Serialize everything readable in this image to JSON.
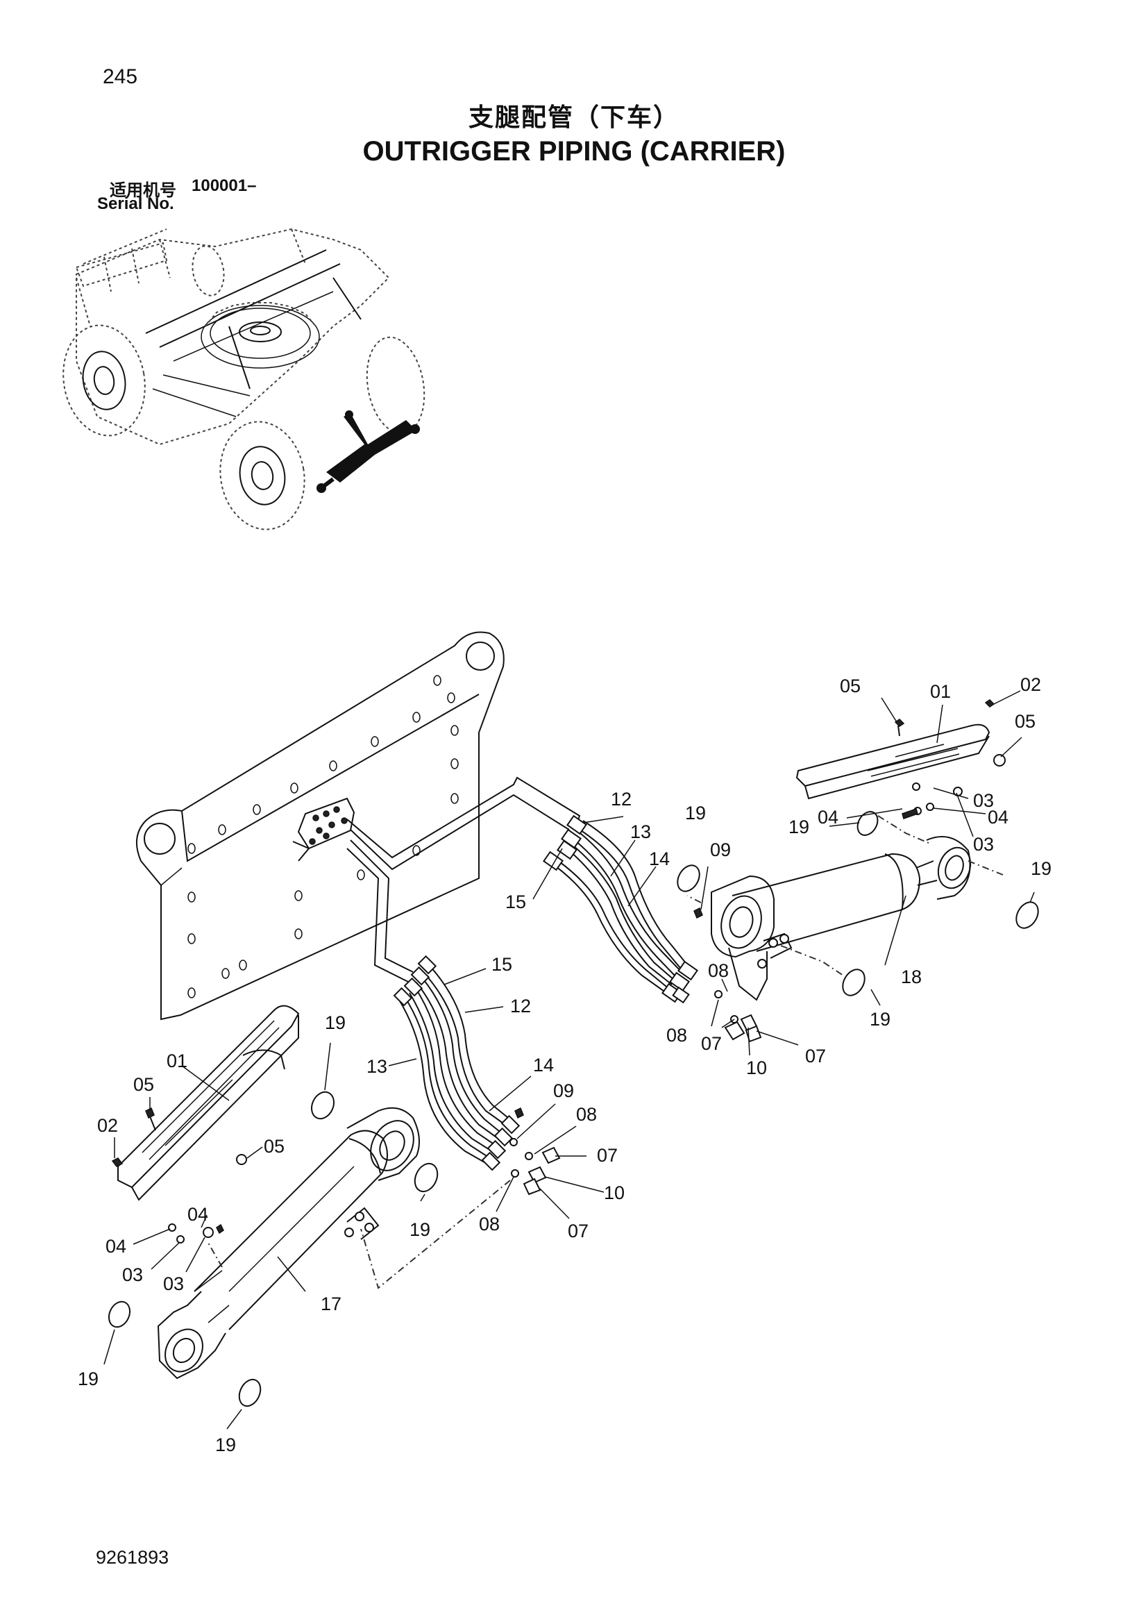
{
  "page": {
    "page_number": "245",
    "title_cn": "支腿配管（下车）",
    "title_en": "OUTRIGGER PIPING (CARRIER)",
    "serial_label_cn": "适用机号",
    "serial_value": "100001–",
    "serial_label_en": "Serial No.",
    "doc_number": "9261893"
  },
  "callouts": [
    {
      "id": "c01r",
      "label": "05"
    },
    {
      "id": "c02r",
      "label": "01"
    },
    {
      "id": "c03r",
      "label": "02"
    },
    {
      "id": "c04r",
      "label": "05"
    },
    {
      "id": "c05r",
      "label": "03"
    },
    {
      "id": "c06r",
      "label": "04"
    },
    {
      "id": "c07r",
      "label": "04"
    },
    {
      "id": "c08r",
      "label": "19"
    },
    {
      "id": "c09r",
      "label": "03"
    },
    {
      "id": "c10r",
      "label": "19"
    },
    {
      "id": "c11r",
      "label": "12"
    },
    {
      "id": "c12r",
      "label": "13"
    },
    {
      "id": "c13r",
      "label": "19"
    },
    {
      "id": "c14r",
      "label": "09"
    },
    {
      "id": "c15r",
      "label": "14"
    },
    {
      "id": "c16r",
      "label": "15"
    },
    {
      "id": "c17r",
      "label": "18"
    },
    {
      "id": "c18r",
      "label": "08"
    },
    {
      "id": "c19r",
      "label": "19"
    },
    {
      "id": "c20r",
      "label": "08"
    },
    {
      "id": "c21r",
      "label": "07"
    },
    {
      "id": "c22r",
      "label": "07"
    },
    {
      "id": "c23r",
      "label": "10"
    },
    {
      "id": "c24m",
      "label": "15"
    },
    {
      "id": "c25m",
      "label": "12"
    },
    {
      "id": "c26m",
      "label": "13"
    },
    {
      "id": "c27m",
      "label": "14"
    },
    {
      "id": "c28m",
      "label": "09"
    },
    {
      "id": "c29m",
      "label": "08"
    },
    {
      "id": "c30m",
      "label": "07"
    },
    {
      "id": "c31m",
      "label": "10"
    },
    {
      "id": "c32m",
      "label": "08"
    },
    {
      "id": "c33m",
      "label": "07"
    },
    {
      "id": "c34l",
      "label": "19"
    },
    {
      "id": "c35l",
      "label": "01"
    },
    {
      "id": "c36l",
      "label": "05"
    },
    {
      "id": "c37l",
      "label": "02"
    },
    {
      "id": "c38l",
      "label": "05"
    },
    {
      "id": "c39l",
      "label": "04"
    },
    {
      "id": "c40l",
      "label": "04"
    },
    {
      "id": "c41l",
      "label": "03"
    },
    {
      "id": "c42l",
      "label": "03"
    },
    {
      "id": "c43l",
      "label": "19"
    },
    {
      "id": "c44l",
      "label": "17"
    },
    {
      "id": "c45l",
      "label": "19"
    },
    {
      "id": "c46l",
      "label": "19"
    }
  ]
}
